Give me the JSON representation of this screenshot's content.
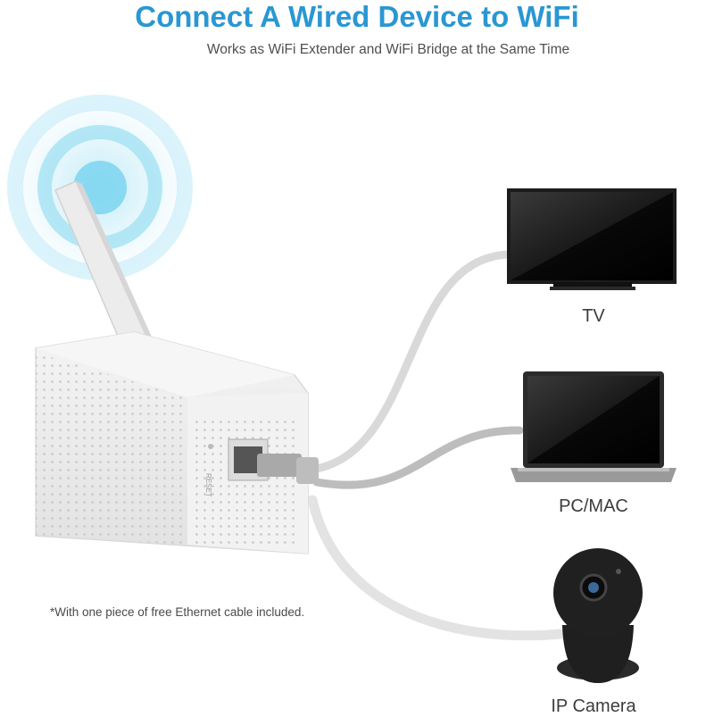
{
  "header": {
    "title": "Connect A Wired Device to WiFi",
    "subtitle": "Works as WiFi Extender and WiFi Bridge at the Same Time"
  },
  "router": {
    "port_label": "RESET"
  },
  "devices": [
    {
      "label": "TV",
      "icon": "tv-icon"
    },
    {
      "label": "PC/MAC",
      "icon": "laptop-icon"
    },
    {
      "label": "IP Camera",
      "icon": "ip-camera-icon"
    }
  ],
  "footnote": "*With one piece of free Ethernet cable included.",
  "colors": {
    "accent": "#2a97d2",
    "wifi_glow": "#9fe0f3",
    "cable": "#d9d9d9",
    "device_dark": "#1c1c1c"
  }
}
